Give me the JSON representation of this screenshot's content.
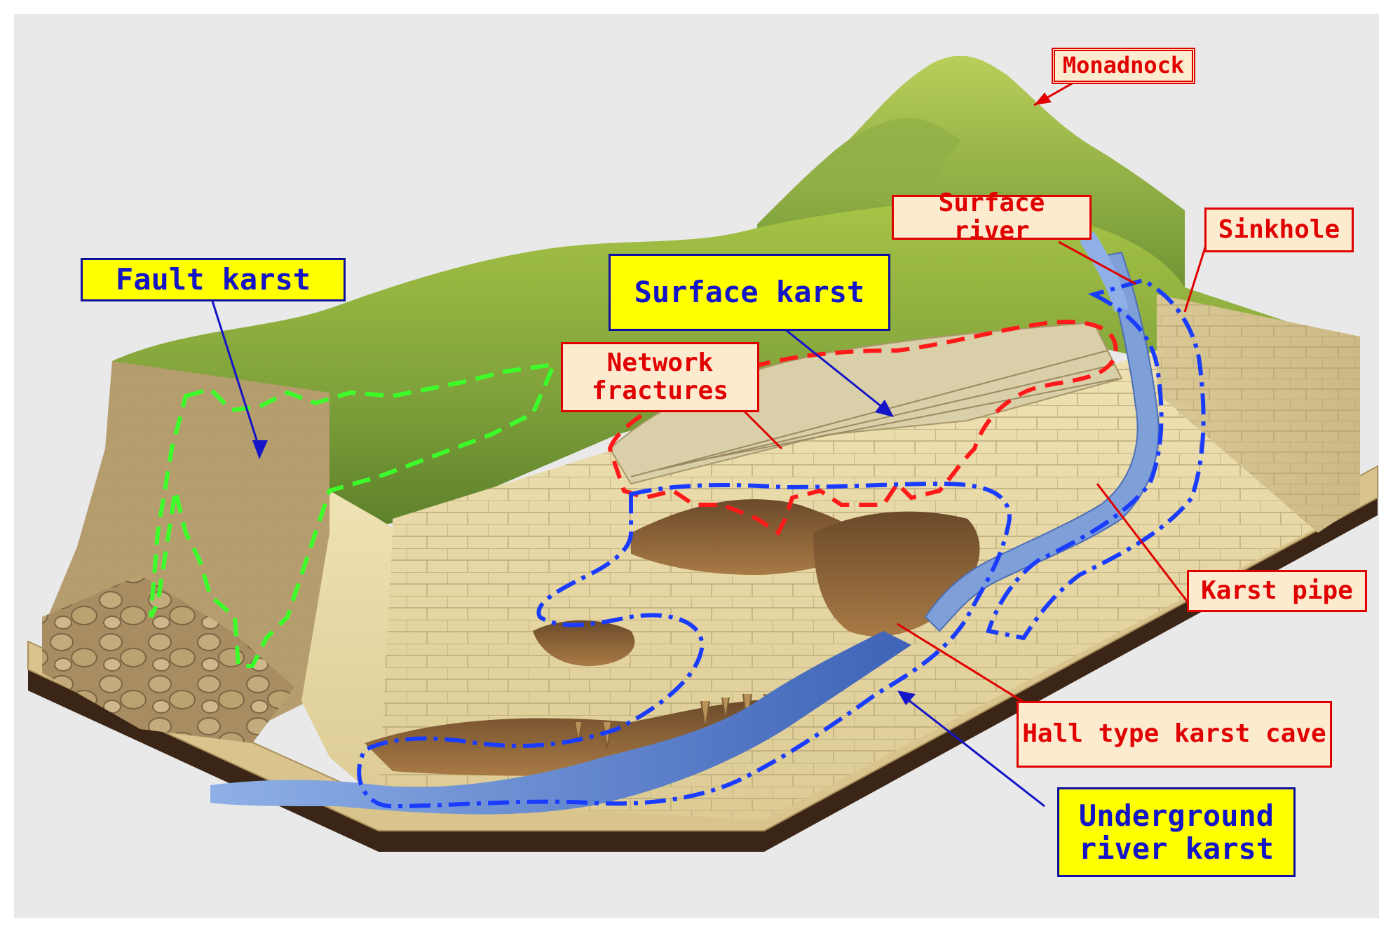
{
  "labels": {
    "monadnock": "Monadnock",
    "surface_river": "Surface river",
    "sinkhole": "Sinkhole",
    "fault_karst": "Fault karst",
    "surface_karst": "Surface karst",
    "network_fractures_line1": "Network",
    "network_fractures_line2": "fractures",
    "karst_pipe": "Karst pipe",
    "hall_type_karst_cave": "Hall type karst cave",
    "underground_river_karst_line1": "Underground",
    "underground_river_karst_line2": "river karst"
  },
  "colors": {
    "background": "#e9e9e9",
    "red_outline": "#ff1a1a",
    "blue_outline": "#1a3cff",
    "green_outline": "#3cff2a",
    "limestone": "#e6d7a6",
    "grass": "#7fa63a",
    "water": "#5b7fc9"
  }
}
